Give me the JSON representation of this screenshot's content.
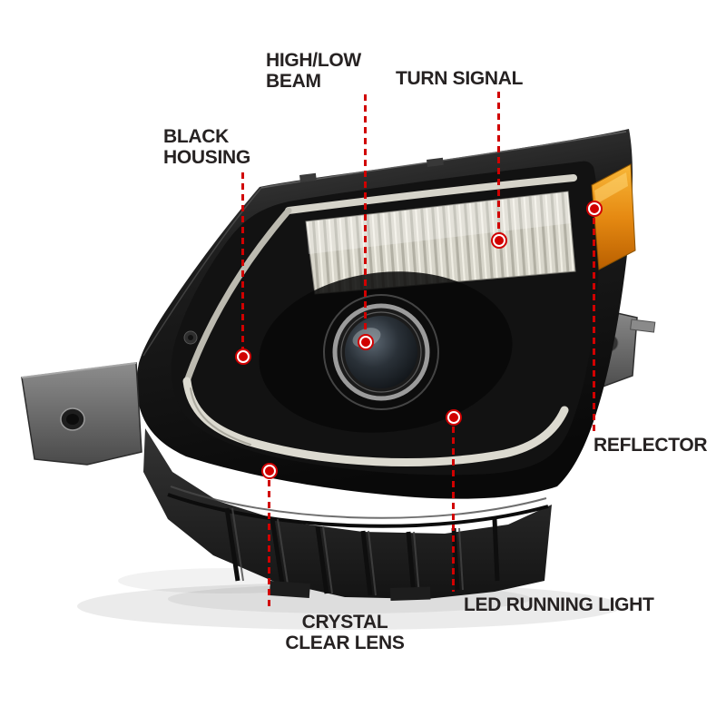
{
  "colors": {
    "callout_red": "#d10000",
    "label_text": "#262222",
    "background": "#ffffff",
    "amber_reflector": "#e68a12"
  },
  "callouts": [
    {
      "id": "black-housing",
      "lines": [
        "BLACK",
        "HOUSING"
      ]
    },
    {
      "id": "high-low-beam",
      "lines": [
        "HIGH/LOW",
        "BEAM"
      ]
    },
    {
      "id": "turn-signal",
      "lines": [
        "TURN SIGNAL"
      ]
    },
    {
      "id": "reflector",
      "lines": [
        "REFLECTOR"
      ]
    },
    {
      "id": "led-running-light",
      "lines": [
        "LED RUNNING LIGHT"
      ]
    },
    {
      "id": "crystal-clear-lens",
      "lines": [
        "CRYSTAL",
        "CLEAR LENS"
      ]
    }
  ]
}
